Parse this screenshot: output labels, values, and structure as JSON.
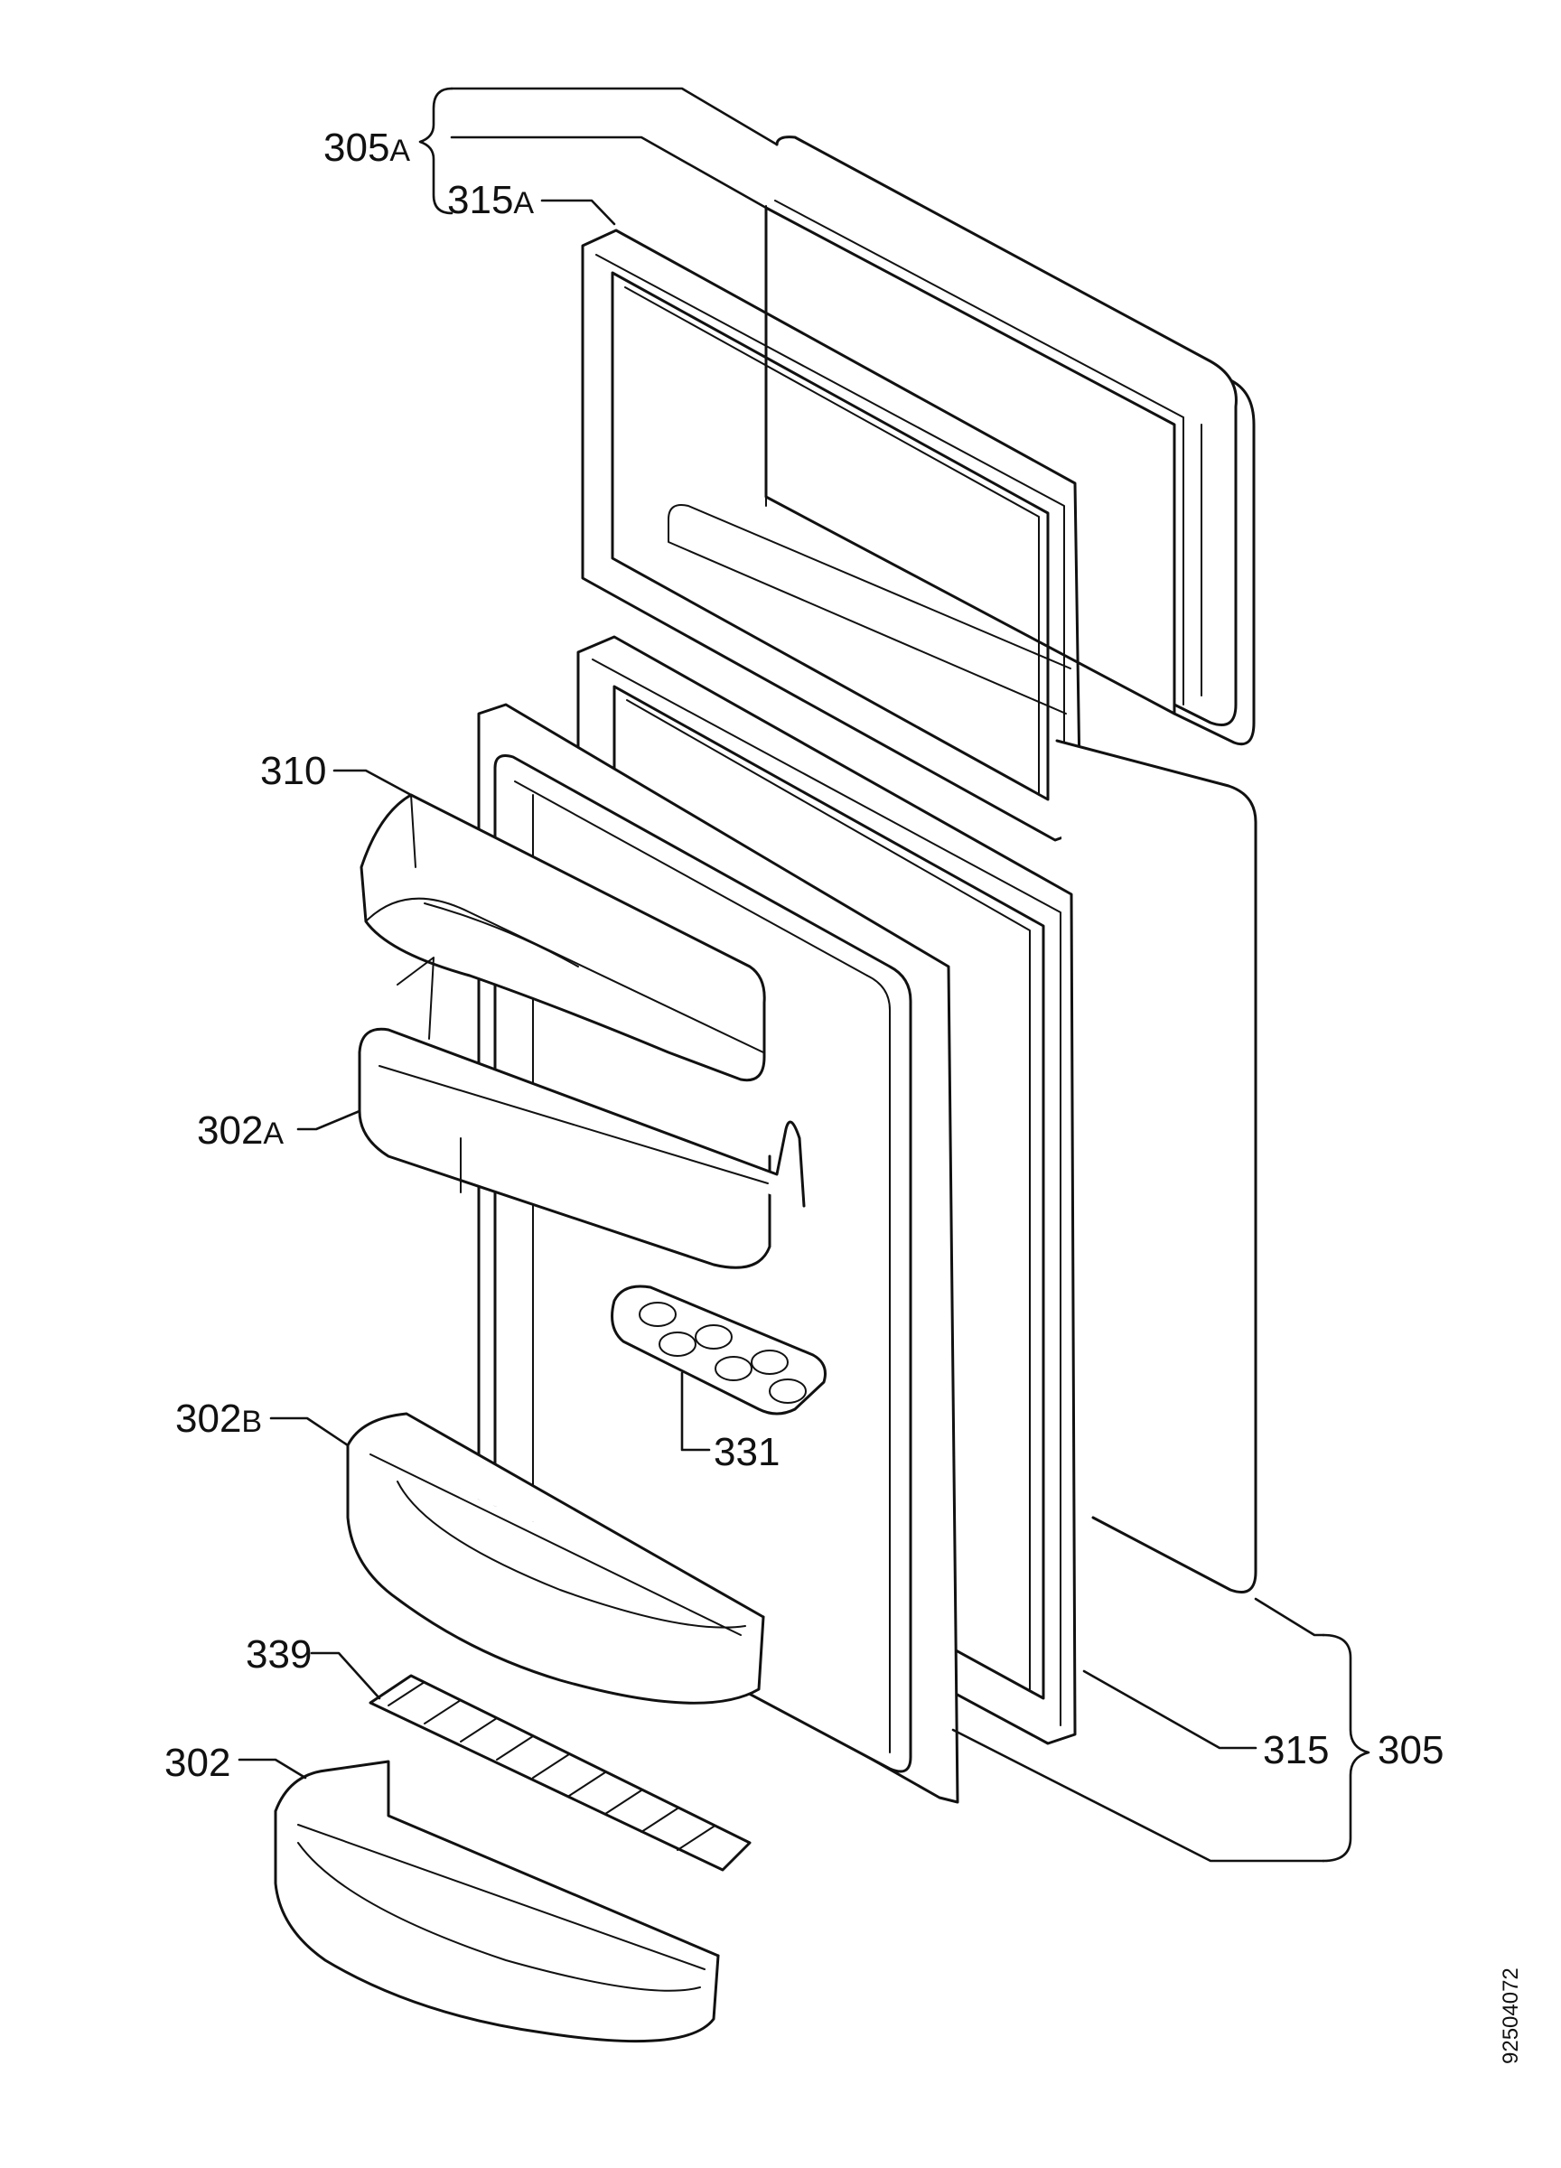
{
  "diagram": {
    "callouts": [
      {
        "id": "305a",
        "num": "305",
        "suffix": "A"
      },
      {
        "id": "315a",
        "num": "315",
        "suffix": "A"
      },
      {
        "id": "310",
        "num": "310",
        "suffix": ""
      },
      {
        "id": "302a",
        "num": "302",
        "suffix": "A"
      },
      {
        "id": "302b",
        "num": "302",
        "suffix": "B"
      },
      {
        "id": "331",
        "num": "331",
        "suffix": ""
      },
      {
        "id": "339",
        "num": "339",
        "suffix": ""
      },
      {
        "id": "302",
        "num": "302",
        "suffix": ""
      },
      {
        "id": "315",
        "num": "315",
        "suffix": ""
      },
      {
        "id": "305",
        "num": "305",
        "suffix": ""
      }
    ],
    "drawing_code": "92504072"
  },
  "colors": {
    "line": "#111111",
    "gasket_fill": "#9a9a9a",
    "part_fill": "#ffffff",
    "background": "#ffffff"
  }
}
